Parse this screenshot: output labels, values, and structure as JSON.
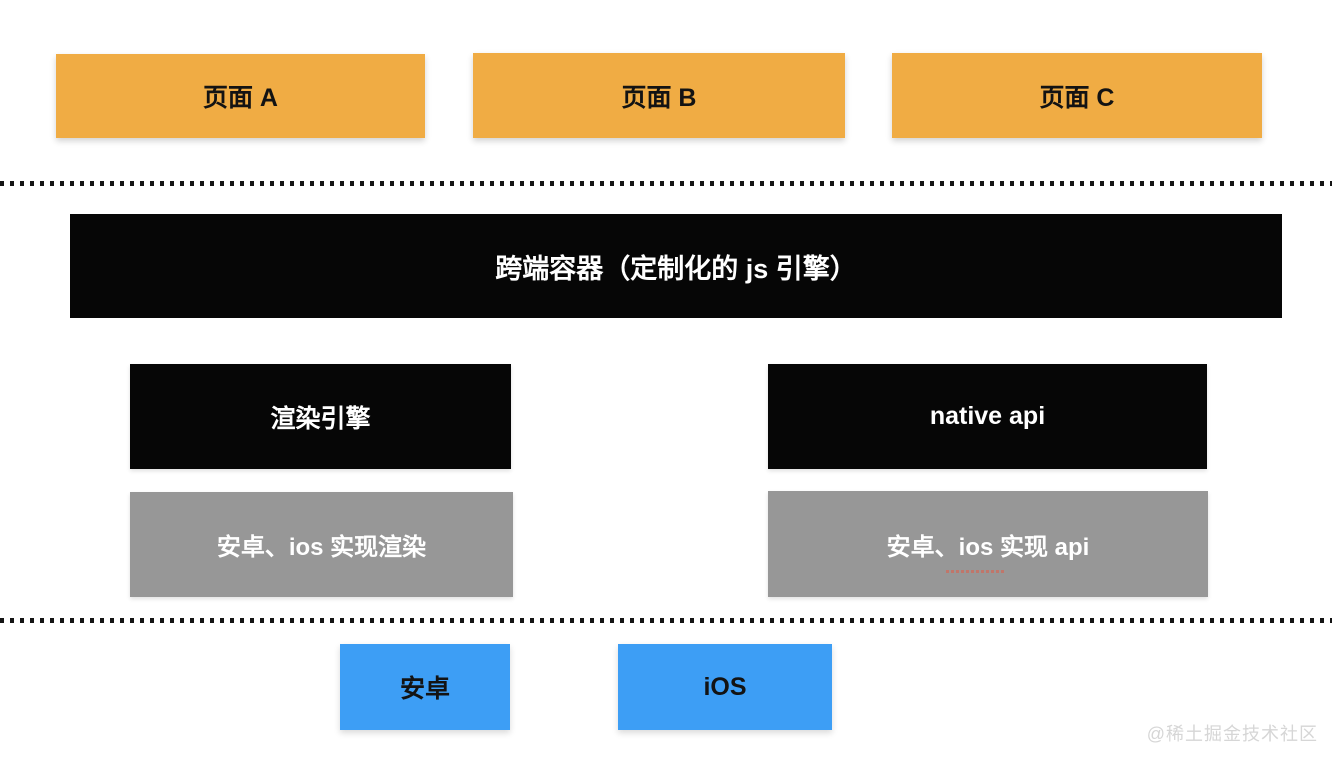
{
  "diagram": {
    "pages": [
      {
        "label": "页面 A"
      },
      {
        "label": "页面 B"
      },
      {
        "label": "页面 C"
      }
    ],
    "container": {
      "label": "跨端容器（定制化的 js 引擎）"
    },
    "engine_layer": [
      {
        "label": "渲染引擎"
      },
      {
        "label": "native api"
      }
    ],
    "impl_layer": [
      {
        "label": "安卓、ios 实现渲染"
      },
      {
        "label": "安卓、ios 实现 api"
      }
    ],
    "platforms": [
      {
        "label": "安卓"
      },
      {
        "label": "iOS"
      }
    ],
    "watermark": "@稀土掘金技术社区",
    "colors": {
      "page_box": "#F0AC44",
      "black_box": "#060606",
      "gray_box": "#979797",
      "blue_box": "#3D9EF5",
      "watermark_text": "#D6D6D6",
      "dot_line": "#141414"
    }
  }
}
